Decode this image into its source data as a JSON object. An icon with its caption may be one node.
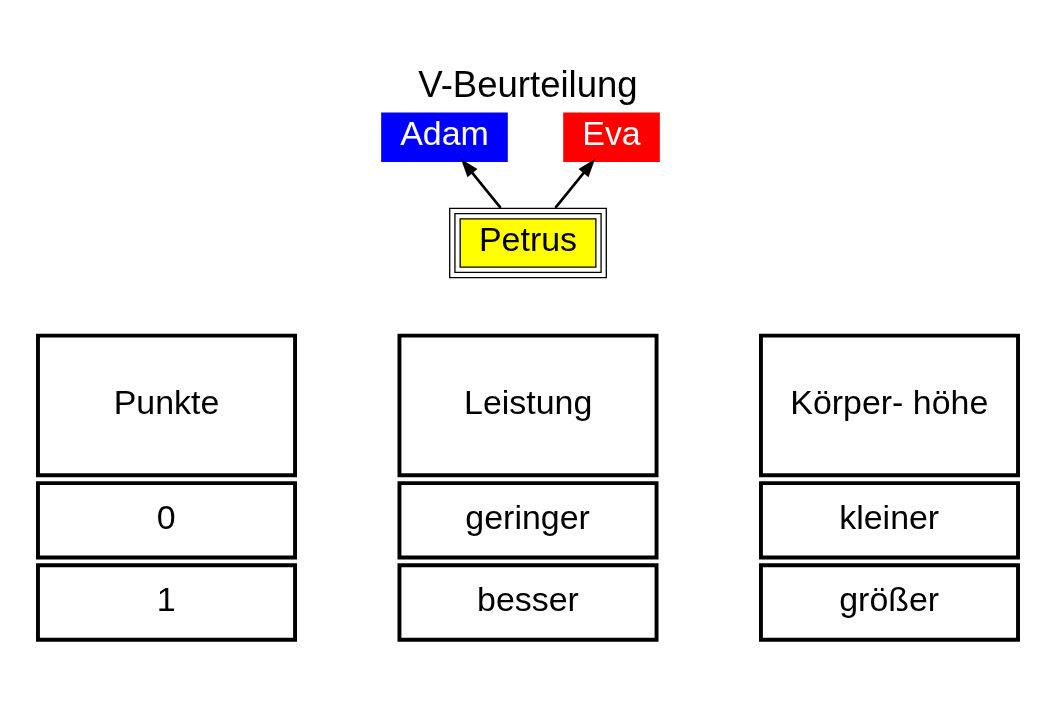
{
  "diagram": {
    "title": "V-Beurteilung",
    "nodes": [
      {
        "text": [
          "Adam"
        ]
      },
      {
        "text": [
          "Eva"
        ]
      },
      {
        "text": [
          "Petrus"
        ]
      }
    ],
    "edges": [
      {
        "from": 2,
        "to": 0,
        "arrow": "to"
      },
      {
        "from": 2,
        "to": 1,
        "arrow": "to"
      }
    ],
    "labels": [
      "Punkte",
      "Leistung",
      "Körper- höhe",
      "0",
      "geringer",
      "kleiner",
      "1",
      "besser",
      "größer"
    ]
  }
}
